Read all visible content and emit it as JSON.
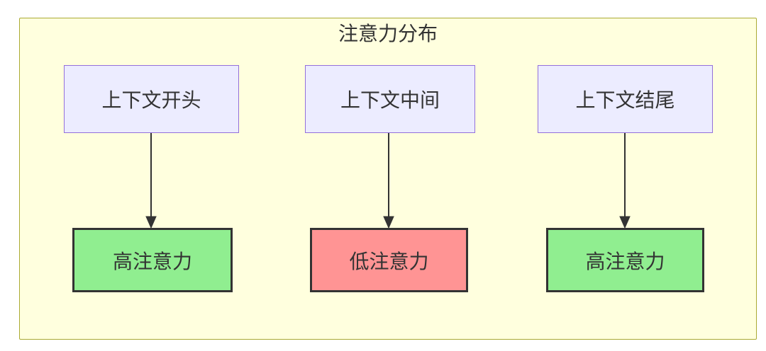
{
  "diagram": {
    "title": "注意力分布",
    "nodes": [
      {
        "label": "上下文开头",
        "fill": "#ECECFF",
        "stroke": "#9370DB"
      },
      {
        "label": "上下文中间",
        "fill": "#ECECFF",
        "stroke": "#9370DB"
      },
      {
        "label": "上下文结尾",
        "fill": "#ECECFF",
        "stroke": "#9370DB"
      },
      {
        "label": "高注意力",
        "fill": "#90EE90",
        "stroke": "#333333"
      },
      {
        "label": "低注意力",
        "fill": "#FF9494",
        "stroke": "#333333"
      },
      {
        "label": "高注意力",
        "fill": "#90EE90",
        "stroke": "#333333"
      }
    ],
    "edges": [
      {
        "from": "上下文开头",
        "to": "高注意力"
      },
      {
        "from": "上下文中间",
        "to": "低注意力"
      },
      {
        "from": "上下文结尾",
        "to": "高注意力"
      }
    ],
    "colors": {
      "canvas_background": "#FFFFDE",
      "canvas_border": "#AAAA33",
      "arrow": "#333333",
      "text": "#333333"
    }
  }
}
